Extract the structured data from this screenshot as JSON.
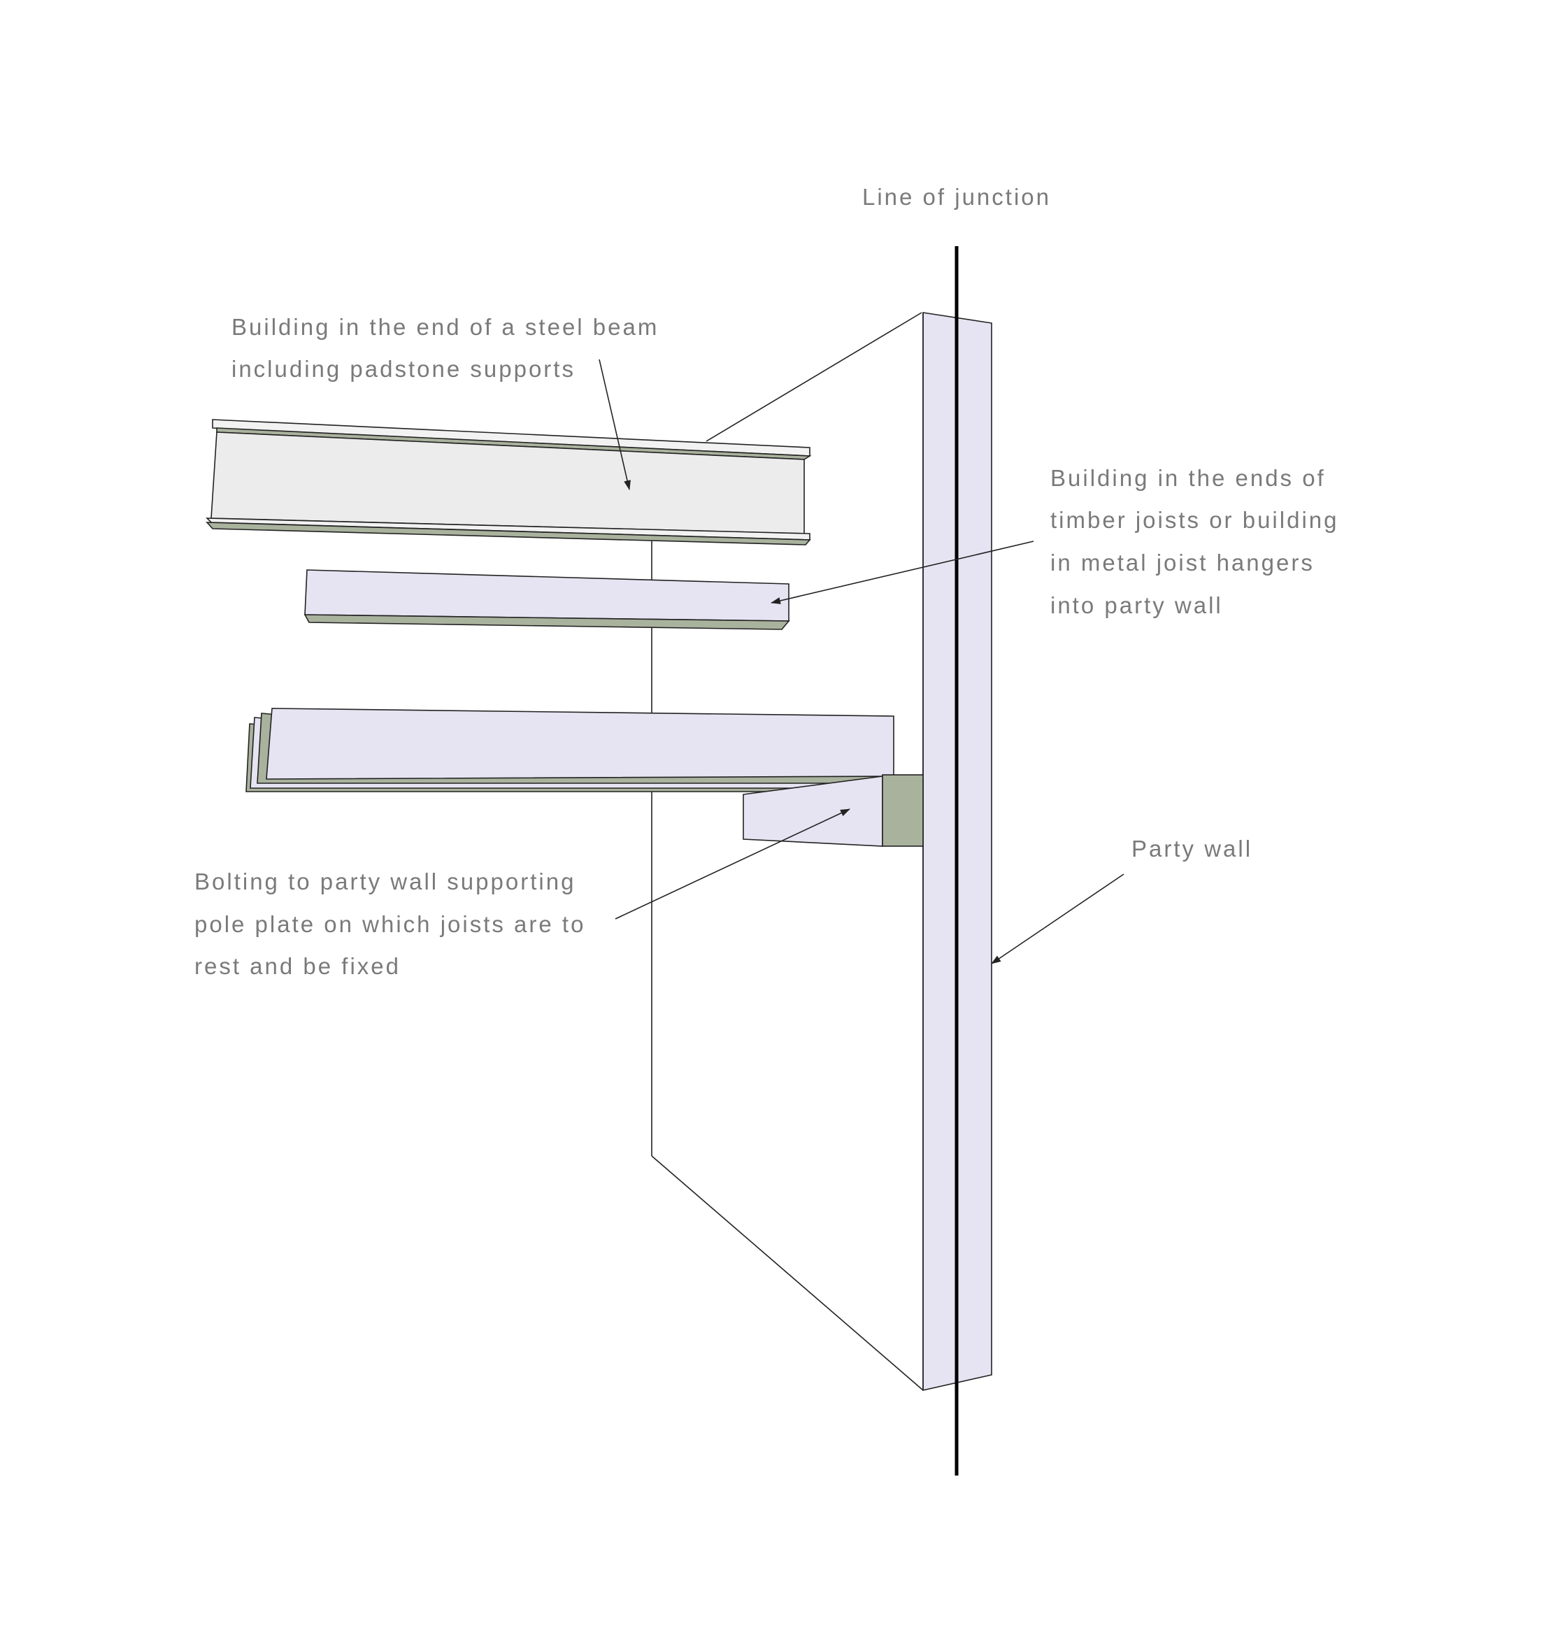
{
  "diagram": {
    "labels": {
      "line_of_junction": "Line of junction",
      "steel_beam": [
        "Building in the end of a steel beam",
        "including padstone supports"
      ],
      "timber_joists": [
        "Building in the ends of",
        "timber joists or building",
        "in metal joist hangers",
        "into party wall"
      ],
      "party_wall": "Party wall",
      "pole_plate": [
        "Bolting to party wall supporting",
        "pole plate on which joists are to",
        "rest and be fixed"
      ]
    },
    "colors": {
      "wall_face": "#e6e4f2",
      "beam_web": "#ececec",
      "flange_shadow": "#a9b29d",
      "timber_side": "#a9b29d",
      "line": "#222222",
      "junction_line": "#000000",
      "text": "#7a7a7a"
    }
  }
}
